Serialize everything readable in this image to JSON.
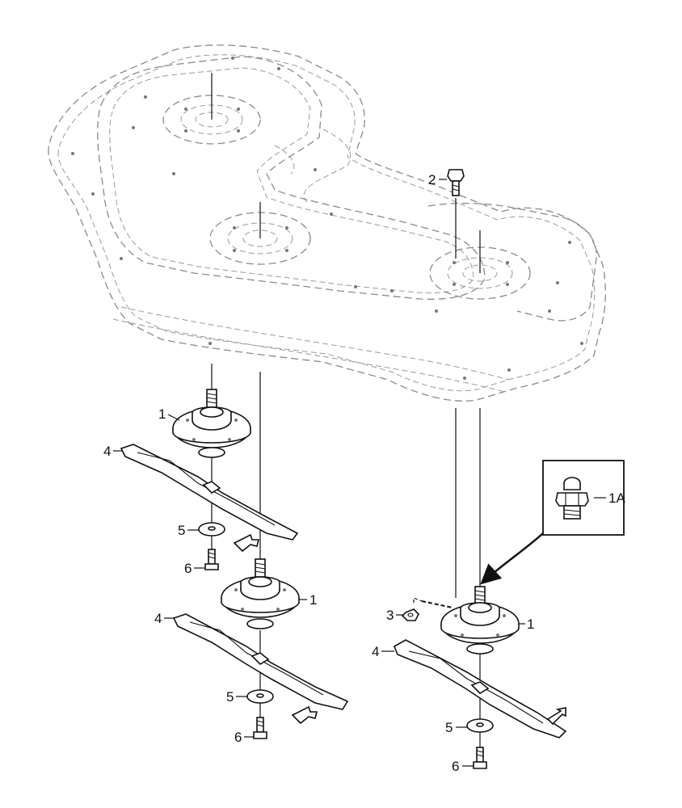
{
  "callouts": {
    "spindle": "1",
    "grease_fitting": "1A",
    "bolt": "2",
    "nut": "3",
    "blade": "4",
    "washer": "5",
    "blade_bolt": "6"
  },
  "colors": {
    "line": "#111111",
    "phantom": "#8a8a8a",
    "background": "#ffffff"
  }
}
